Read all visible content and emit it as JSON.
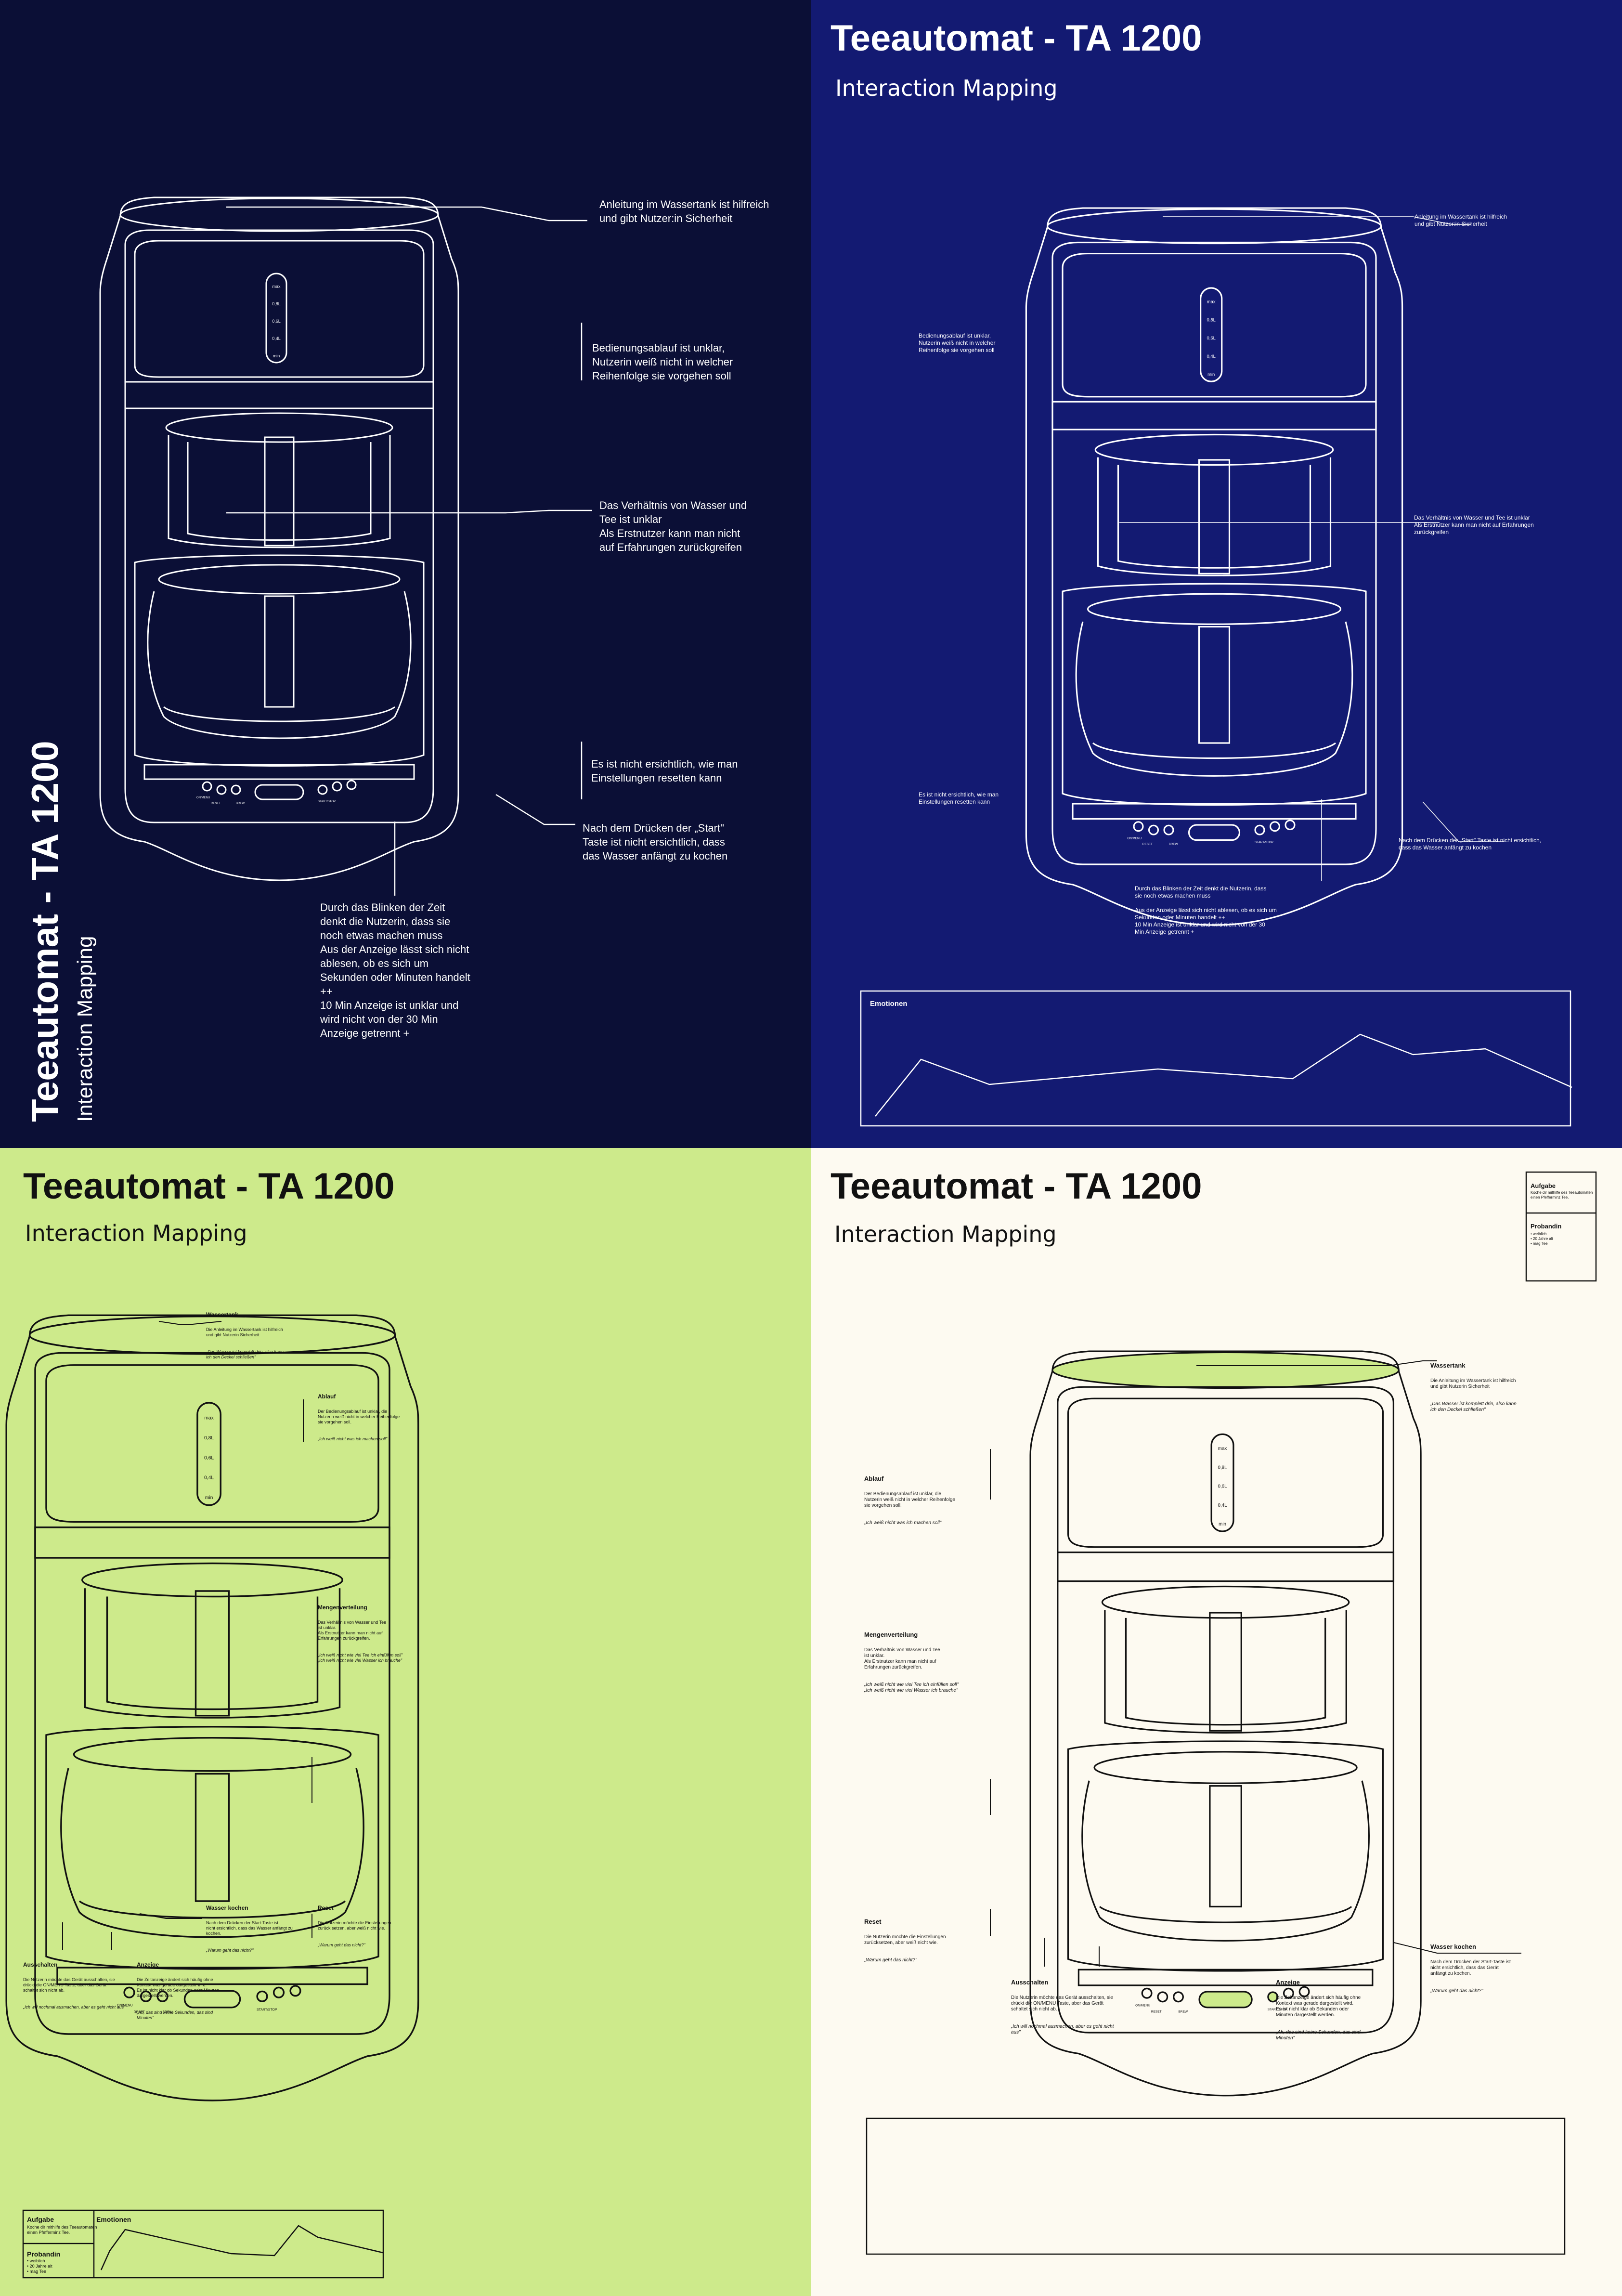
{
  "colors": {
    "panel1_bg": "#0b0f36",
    "panel2_bg": "#131a72",
    "panel3_bg": "#cdea8b",
    "panel4_bg": "#fdfaf1",
    "accent_green": "#cdea8b",
    "dark": "#111111",
    "white": "#ffffff"
  },
  "project": {
    "title": "Teeautomat - TA 1200",
    "subtitle": "Interaction Mapping"
  },
  "machine": {
    "gauge": [
      "max",
      "0,8L",
      "0,6L",
      "0,4L",
      "min"
    ],
    "btn_left": [
      "ON/MENU",
      "RESET",
      "BREW"
    ],
    "btn_right": [
      "START/STOP"
    ]
  },
  "p1": {
    "a1": "Anleitung im Wassertank ist hilfreich\nund gibt Nutzer:in Sicherheit",
    "a2": "Bedienungsablauf ist unklar,\nNutzerin weiß nicht in welcher\nReihenfolge sie vorgehen soll",
    "a3": "Das Verhältnis von Wasser und\nTee ist unklar\nAls Erstnutzer kann man nicht\nauf Erfahrungen zurückgreifen",
    "a4": "Es ist nicht ersichtlich, wie man\nEinstellungen resetten kann",
    "a5": "Nach dem Drücken der „Start\"\nTaste ist nicht ersichtlich, dass\ndas Wasser anfängt zu kochen",
    "a6": "Durch das Blinken der Zeit\ndenkt die Nutzerin, dass sie\nnoch etwas machen muss\nAus der Anzeige lässt sich nicht\nablesen, ob es sich um\nSekunden oder Minuten handelt\n++\n10 Min Anzeige ist unklar und\nwird nicht von der 30 Min\nAnzeige getrennt +"
  },
  "p2": {
    "a1": "Anleitung im Wassertank ist hilfreich\nund gibt Nutzer:in Sicherheit",
    "a2": "Bedienungsablauf ist unklar,\nNutzerin weiß nicht in welcher\nReihenfolge sie vorgehen soll",
    "a3": "Das Verhältnis von Wasser und Tee ist unklar\nAls Erstnutzer kann man nicht auf Erfahrungen\nzurückgreifen",
    "a4": "Es ist nicht ersichtlich, wie man\nEinstellungen resetten kann",
    "a5": "Nach dem Drücken der „Start\" Taste ist nicht ersichtlich,\ndass das Wasser anfängt zu kochen",
    "a6": "Durch das Blinken der Zeit denkt die Nutzerin, dass\nsie noch etwas machen muss\n\nAus der Anzeige lässt sich nicht ablesen, ob es sich um\nSekunden oder Minuten handelt ++\n10 Min Anzeige ist unklar und wird nicht von der 30\nMin Anzeige getrennt +",
    "emotionen": "Emotionen"
  },
  "notes": {
    "wassertank": {
      "head": "Wassertank",
      "text": "Die Anleitung im Wassertank ist hilfreich\nund gibt Nutzerin Sicherheit",
      "quote": "„Das Wasser ist komplett drin, also kann\nich den Deckel schließen\""
    },
    "ablauf": {
      "head": "Ablauf",
      "text": "Der Bedienungsablauf ist unklar, die\nNutzerin weiß nicht in welcher Reihenfolge\nsie vorgehen soll.",
      "quote": "„Ich weiß nicht was ich machen soll\""
    },
    "menge": {
      "head": "Mengenverteilung",
      "text": "Das Verhältnis von Wasser und Tee\nist unklar.\nAls Erstnutzer kann man nicht auf\nErfahrungen zurückgreifen.",
      "quote": "„Ich weiß nicht wie viel Tee ich einfüllen soll\"\n„Ich weiß nicht wie viel Wasser ich brauche\""
    },
    "kochen": {
      "head": "Wasser kochen",
      "text": "Nach dem Drücken der Start-Taste ist\nnicht ersichtlich, dass das Wasser anfängt zu\nkochen.",
      "quote": "„Warum geht das nicht?\""
    },
    "reset": {
      "head": "Reset",
      "text": "Die Nutzerin möchte die Einstellungen\nzurück setzen, aber weiß nicht wie.",
      "quote": "„Warum geht das nicht?\""
    },
    "aus": {
      "head": "Ausschalten",
      "text": "Die Nutzerin möchte das Gerät ausschalten, sie\ndrückt die ON/MENU Taste, aber das Gerät\nschaltet sich nicht ab.",
      "quote": "„Ich will nochmal ausmachen, aber es geht nicht aus\""
    },
    "anzeige": {
      "head": "Anzeige",
      "text": "Die Zeitanzeige ändert sich häufig ohne\nKontext was gerade dargestellt wird.\nEs ist nicht klar ob Sekunden oder Minuten\ndargestellt werden.",
      "quote": "„Ah, das sind keine Sekunden, das sind\nMinuten\""
    }
  },
  "notes4": {
    "menge": "Das Verhältnis von Wasser und Tee\nist unklar.\nAls Erstnutzer kann man nicht auf\nErfahrungen zurückgreifen.",
    "kochen": "Nach dem Drücken der Start-Taste ist\nnicht ersichtlich, dass das Gerät\nanfängt zu kochen.",
    "reset": "Die Nutzerin möchte die Einstellungen\nzurücksetzen, aber weiß nicht wie.",
    "aus": "Die Nutzerin möchte das Gerät ausschalten, sie\ndrückt die ON/MENU Taste, aber das Gerät\nschaltet sich nicht ab.",
    "aus_quote": "„Ich will nochmal ausmachen, aber es geht nicht\naus\"",
    "anzeige": "Die Zeitanzeige ändert sich häufig ohne\nKontext was gerade dargestellt wird.\nEs ist nicht klar ob Sekunden oder\nMinuten dargestellt werden.",
    "anzeige_quote": "„Ah, das sind keine Sekunden, das sind\nMinuten\""
  },
  "box": {
    "aufgabe_head": "Aufgabe",
    "aufgabe_text": "Koche dir mithilfe des Teeautomaten\neinen Pfefferminz Tee.",
    "probandin_head": "Probandin",
    "probandin_text": "• weiblich\n• 20 Jahre alt\n• mag Tee",
    "emotionen": "Emotionen"
  }
}
